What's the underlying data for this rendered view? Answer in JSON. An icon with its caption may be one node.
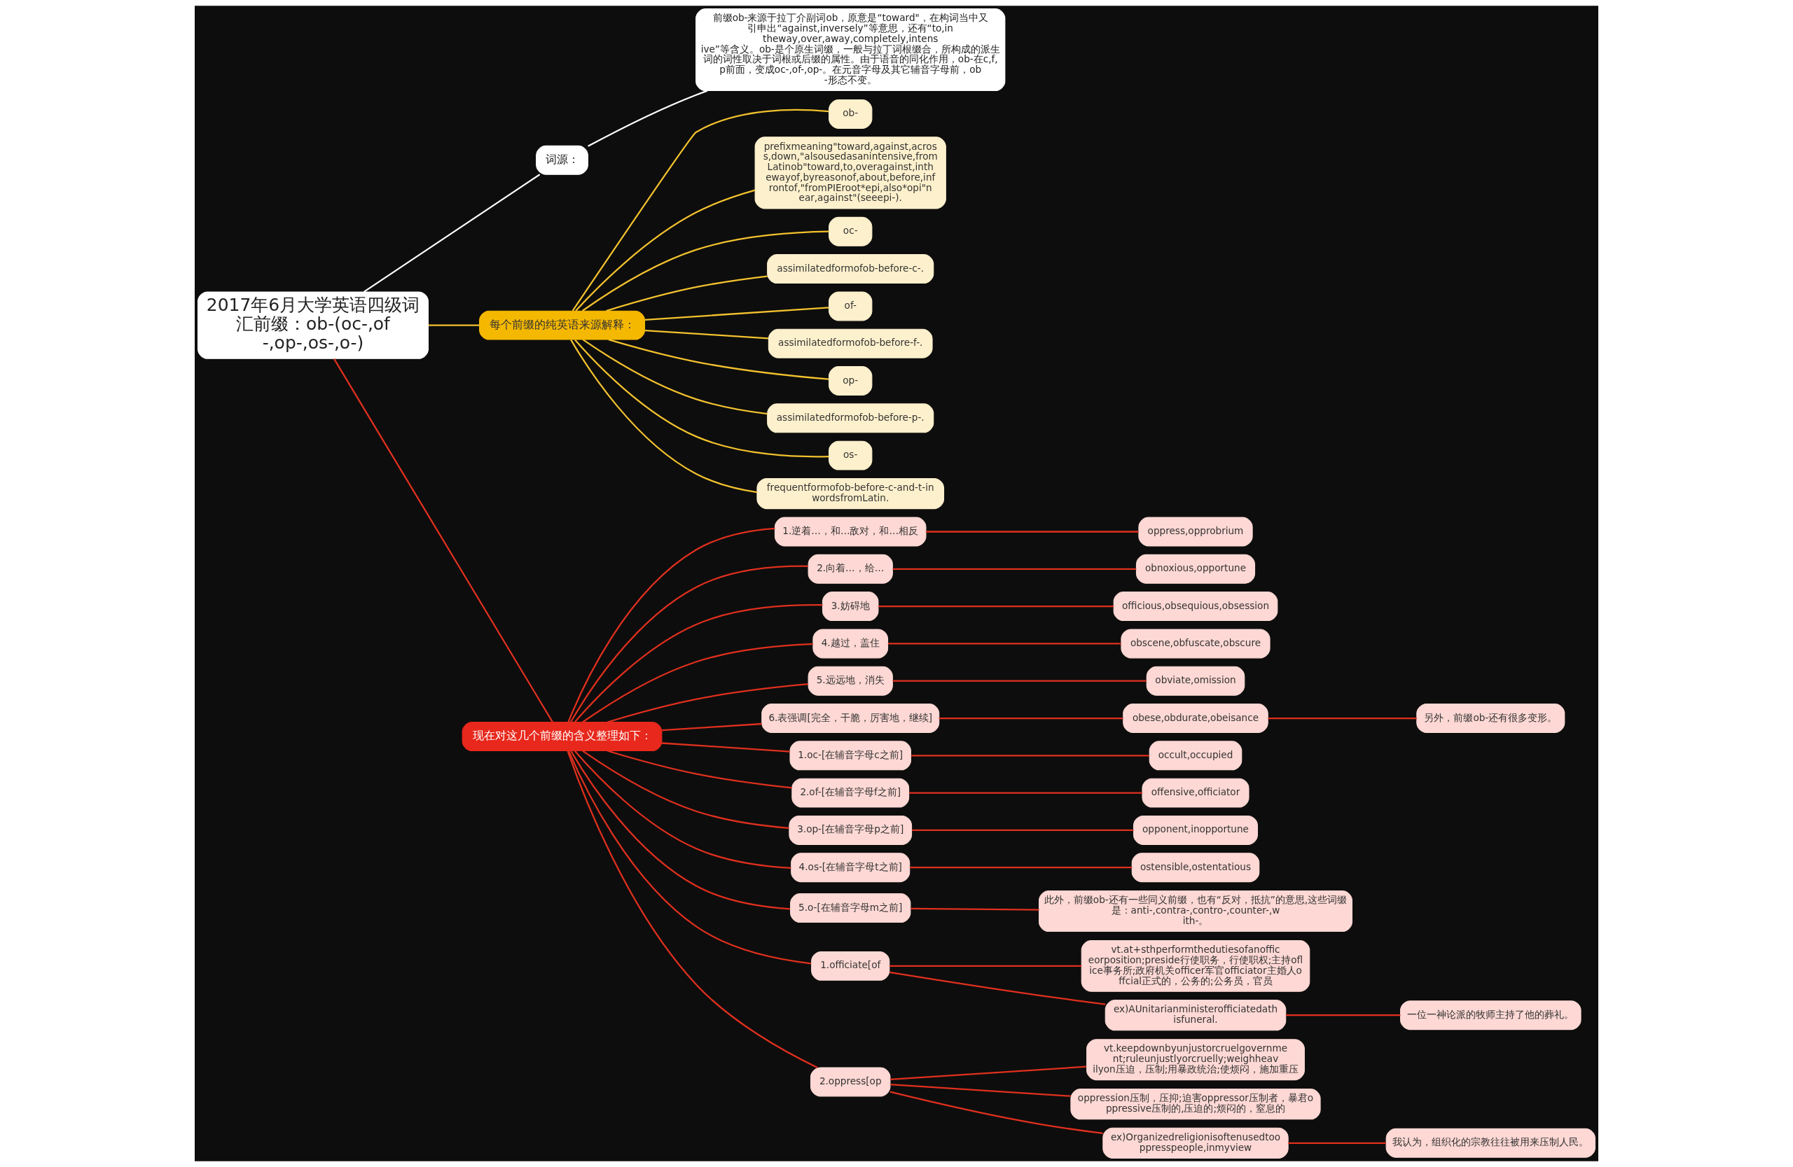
{
  "diagram": {
    "nodes": [
      {
        "text": [
          "2017年6月大学英语四级词汇前缀：ob-(oc-,of-,op-,os-,o-)"
        ]
      },
      {
        "text": [
          "词源："
        ]
      },
      {
        "text": [
          "前缀ob-来源于拉丁介副词ob，原意是“toward\"，在构词当中又引申出“against,inversely”等意思，还有“to,intheway,over,away,completely,intensive”等含义。ob-是个原生词缀，一般与拉丁词根缀合，所构成的派生词的词性取决于词根或后缀的属性。由于语音的同化作用，ob-在c,f,p前面，变成oc-,of-,op-。在元音字母及其它辅音字母前，ob-形态不变。"
        ]
      },
      {
        "text": [
          "每个前缀的纯英语来源解释："
        ]
      },
      {
        "text": [
          "ob-"
        ]
      },
      {
        "text": [
          "prefixmeaning\"toward,against,across,down,\"alsousedasanintensive,fromLatinob\"toward,to,overagainst,inthewayof,byreasonof,about,before,infrontof,\"fromPIEroot*epi,also*opi\"near,against\"(seeepi-)."
        ]
      },
      {
        "text": [
          "oc-"
        ]
      },
      {
        "text": [
          "assimilatedformofob-before-c-."
        ]
      },
      {
        "text": [
          "of-"
        ]
      },
      {
        "text": [
          "assimilatedformofob-before-f-."
        ]
      },
      {
        "text": [
          "op-"
        ]
      },
      {
        "text": [
          "assimilatedformofob-before-p-."
        ]
      },
      {
        "text": [
          "os-"
        ]
      },
      {
        "text": [
          "frequentformofob-before-c-and-t-inwordsfromLatin."
        ]
      },
      {
        "text": [
          "现在对这几个前缀的含义整理如下："
        ]
      },
      {
        "text": [
          "1.逆着…，和…敌对，和…相反"
        ]
      },
      {
        "text": [
          "oppress,opprobrium"
        ]
      },
      {
        "text": [
          "2.向着…，给…"
        ]
      },
      {
        "text": [
          "obnoxious,opportune"
        ]
      },
      {
        "text": [
          "3.妨碍地"
        ]
      },
      {
        "text": [
          "officious,obsequious,obsession"
        ]
      },
      {
        "text": [
          "4.越过，盖住"
        ]
      },
      {
        "text": [
          "obscene,obfuscate,obscure"
        ]
      },
      {
        "text": [
          "5.远远地，消失"
        ]
      },
      {
        "text": [
          "obviate,omission"
        ]
      },
      {
        "text": [
          "6.表强调[完全，干脆，厉害地，继续]"
        ]
      },
      {
        "text": [
          "obese,obdurate,obeisance"
        ]
      },
      {
        "text": [
          "另外，前缀ob-还有很多变形。"
        ]
      },
      {
        "text": [
          "1.oc-[在辅音字母c之前]"
        ]
      },
      {
        "text": [
          "occult,occupied"
        ]
      },
      {
        "text": [
          "2.of-[在辅音字母f之前]"
        ]
      },
      {
        "text": [
          "offensive,officiator"
        ]
      },
      {
        "text": [
          "3.op-[在辅音字母p之前]"
        ]
      },
      {
        "text": [
          "opponent,inopportune"
        ]
      },
      {
        "text": [
          "4.os-[在辅音字母t之前]"
        ]
      },
      {
        "text": [
          "ostensible,ostentatious"
        ]
      },
      {
        "text": [
          "5.o-[在辅音字母m之前]"
        ]
      },
      {
        "text": [
          "此外，前缀ob-还有一些同义前缀，也有“反对，抵抗”的意思,这些词缀是：anti-,contra-,contro-,counter-,with-。"
        ]
      },
      {
        "text": [
          "1.officiate[of"
        ]
      },
      {
        "text": [
          "vt.at+sthperformthedutiesofanofficeorposition;preside行使职务，行使职权;主持oflice事务所;政府机关officer军官officiator主婚人offcial正式的，公务的;公务员，官员"
        ]
      },
      {
        "text": [
          "ex)AUnitarianministerofficiatedathisfuneral."
        ]
      },
      {
        "text": [
          "一位一神论派的牧师主持了他的葬礼。"
        ]
      },
      {
        "text": [
          "2.oppress[op"
        ]
      },
      {
        "text": [
          "vt.keepdownbyunjustorcruelgovernment;ruleunjustlyorcruelly;weighheavilyon压迫，压制;用暴政统治;使烦闷，施加重压"
        ]
      },
      {
        "text": [
          "oppression压制，压抑;迫害oppressor压制者，暴君oppressive压制的,压迫的;烦闷的，窒息的"
        ]
      },
      {
        "text": [
          "ex)Organizedreligionisoftenusedtooppresspeople,inmyview"
        ]
      },
      {
        "text": [
          "我认为，组织化的宗教往往被用来压制人民。"
        ]
      }
    ],
    "edges": [
      {
        "from": 0,
        "to": 1,
        "arrow": "none",
        "color": "#ffffff"
      },
      {
        "from": 1,
        "to": 2,
        "arrow": "none",
        "color": "#ffffff"
      },
      {
        "from": 0,
        "to": 3,
        "arrow": "none",
        "color": "#f2c12e"
      },
      {
        "from": 3,
        "to": 4,
        "arrow": "none",
        "color": "#f2c12e"
      },
      {
        "from": 3,
        "to": 5,
        "arrow": "none",
        "color": "#f2c12e"
      },
      {
        "from": 3,
        "to": 6,
        "arrow": "none",
        "color": "#f2c12e"
      },
      {
        "from": 3,
        "to": 7,
        "arrow": "none",
        "color": "#f2c12e"
      },
      {
        "from": 3,
        "to": 8,
        "arrow": "none",
        "color": "#f2c12e"
      },
      {
        "from": 3,
        "to": 9,
        "arrow": "none",
        "color": "#f2c12e"
      },
      {
        "from": 3,
        "to": 10,
        "arrow": "none",
        "color": "#f2c12e"
      },
      {
        "from": 3,
        "to": 11,
        "arrow": "none",
        "color": "#f2c12e"
      },
      {
        "from": 3,
        "to": 12,
        "arrow": "none",
        "color": "#f2c12e"
      },
      {
        "from": 3,
        "to": 13,
        "arrow": "none",
        "color": "#f2c12e"
      },
      {
        "from": 0,
        "to": 14,
        "arrow": "none"
      },
      {
        "from": 14,
        "to": 15,
        "arrow": "none"
      },
      {
        "from": 15,
        "to": 16,
        "arrow": "none"
      },
      {
        "from": 14,
        "to": 17,
        "arrow": "none"
      },
      {
        "from": 17,
        "to": 18,
        "arrow": "none"
      },
      {
        "from": 14,
        "to": 19,
        "arrow": "none"
      },
      {
        "from": 19,
        "to": 20,
        "arrow": "none"
      },
      {
        "from": 14,
        "to": 21,
        "arrow": "none"
      },
      {
        "from": 21,
        "to": 22,
        "arrow": "none"
      },
      {
        "from": 14,
        "to": 23,
        "arrow": "none"
      },
      {
        "from": 23,
        "to": 24,
        "arrow": "none"
      },
      {
        "from": 14,
        "to": 25,
        "arrow": "none"
      },
      {
        "from": 25,
        "to": 26,
        "arrow": "none"
      },
      {
        "from": 26,
        "to": 27,
        "arrow": "none"
      },
      {
        "from": 14,
        "to": 28,
        "arrow": "none"
      },
      {
        "from": 28,
        "to": 29,
        "arrow": "none"
      },
      {
        "from": 14,
        "to": 30,
        "arrow": "none"
      },
      {
        "from": 30,
        "to": 31,
        "arrow": "none"
      },
      {
        "from": 14,
        "to": 32,
        "arrow": "none"
      },
      {
        "from": 32,
        "to": 33,
        "arrow": "none"
      },
      {
        "from": 14,
        "to": 34,
        "arrow": "none"
      },
      {
        "from": 34,
        "to": 35,
        "arrow": "none"
      },
      {
        "from": 14,
        "to": 36,
        "arrow": "none"
      },
      {
        "from": 36,
        "to": 37,
        "arrow": "none"
      },
      {
        "from": 14,
        "to": 38,
        "arrow": "none"
      },
      {
        "from": 38,
        "to": 39,
        "arrow": "none"
      },
      {
        "from": 38,
        "to": 40,
        "arrow": "none"
      },
      {
        "from": 40,
        "to": 41,
        "arrow": "none"
      },
      {
        "from": 14,
        "to": 42,
        "arrow": "none"
      },
      {
        "from": 42,
        "to": 43,
        "arrow": "none"
      },
      {
        "from": 42,
        "to": 44,
        "arrow": "none"
      },
      {
        "from": 42,
        "to": 45,
        "arrow": "none"
      },
      {
        "from": 45,
        "to": 46,
        "arrow": "none"
      }
    ]
  }
}
